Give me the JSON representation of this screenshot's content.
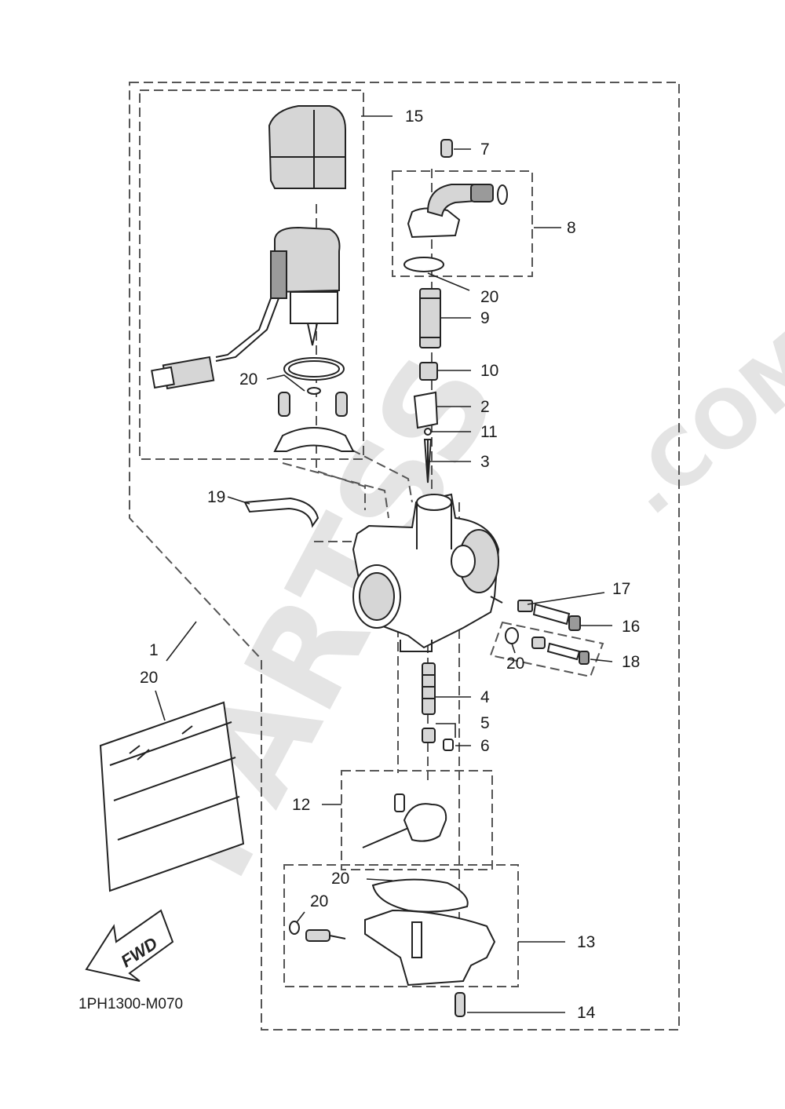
{
  "watermark": {
    "brand": "PARTSS",
    "suffix": ".COM"
  },
  "diagram_code": "1PH1300-M070",
  "fwd_label": "FWD",
  "callouts": {
    "c1": "1",
    "c2": "2",
    "c3": "3",
    "c4": "4",
    "c5": "5",
    "c6": "6",
    "c7": "7",
    "c8": "8",
    "c9": "9",
    "c10": "10",
    "c11": "11",
    "c12": "12",
    "c13": "13",
    "c14": "14",
    "c15": "15",
    "c16": "16",
    "c17": "17",
    "c18": "18",
    "c19": "19",
    "c20_choke": "20",
    "c20_top": "20",
    "c20_screw": "20",
    "c20_bag": "20",
    "c20_gasket": "20",
    "c20_oring": "20"
  }
}
